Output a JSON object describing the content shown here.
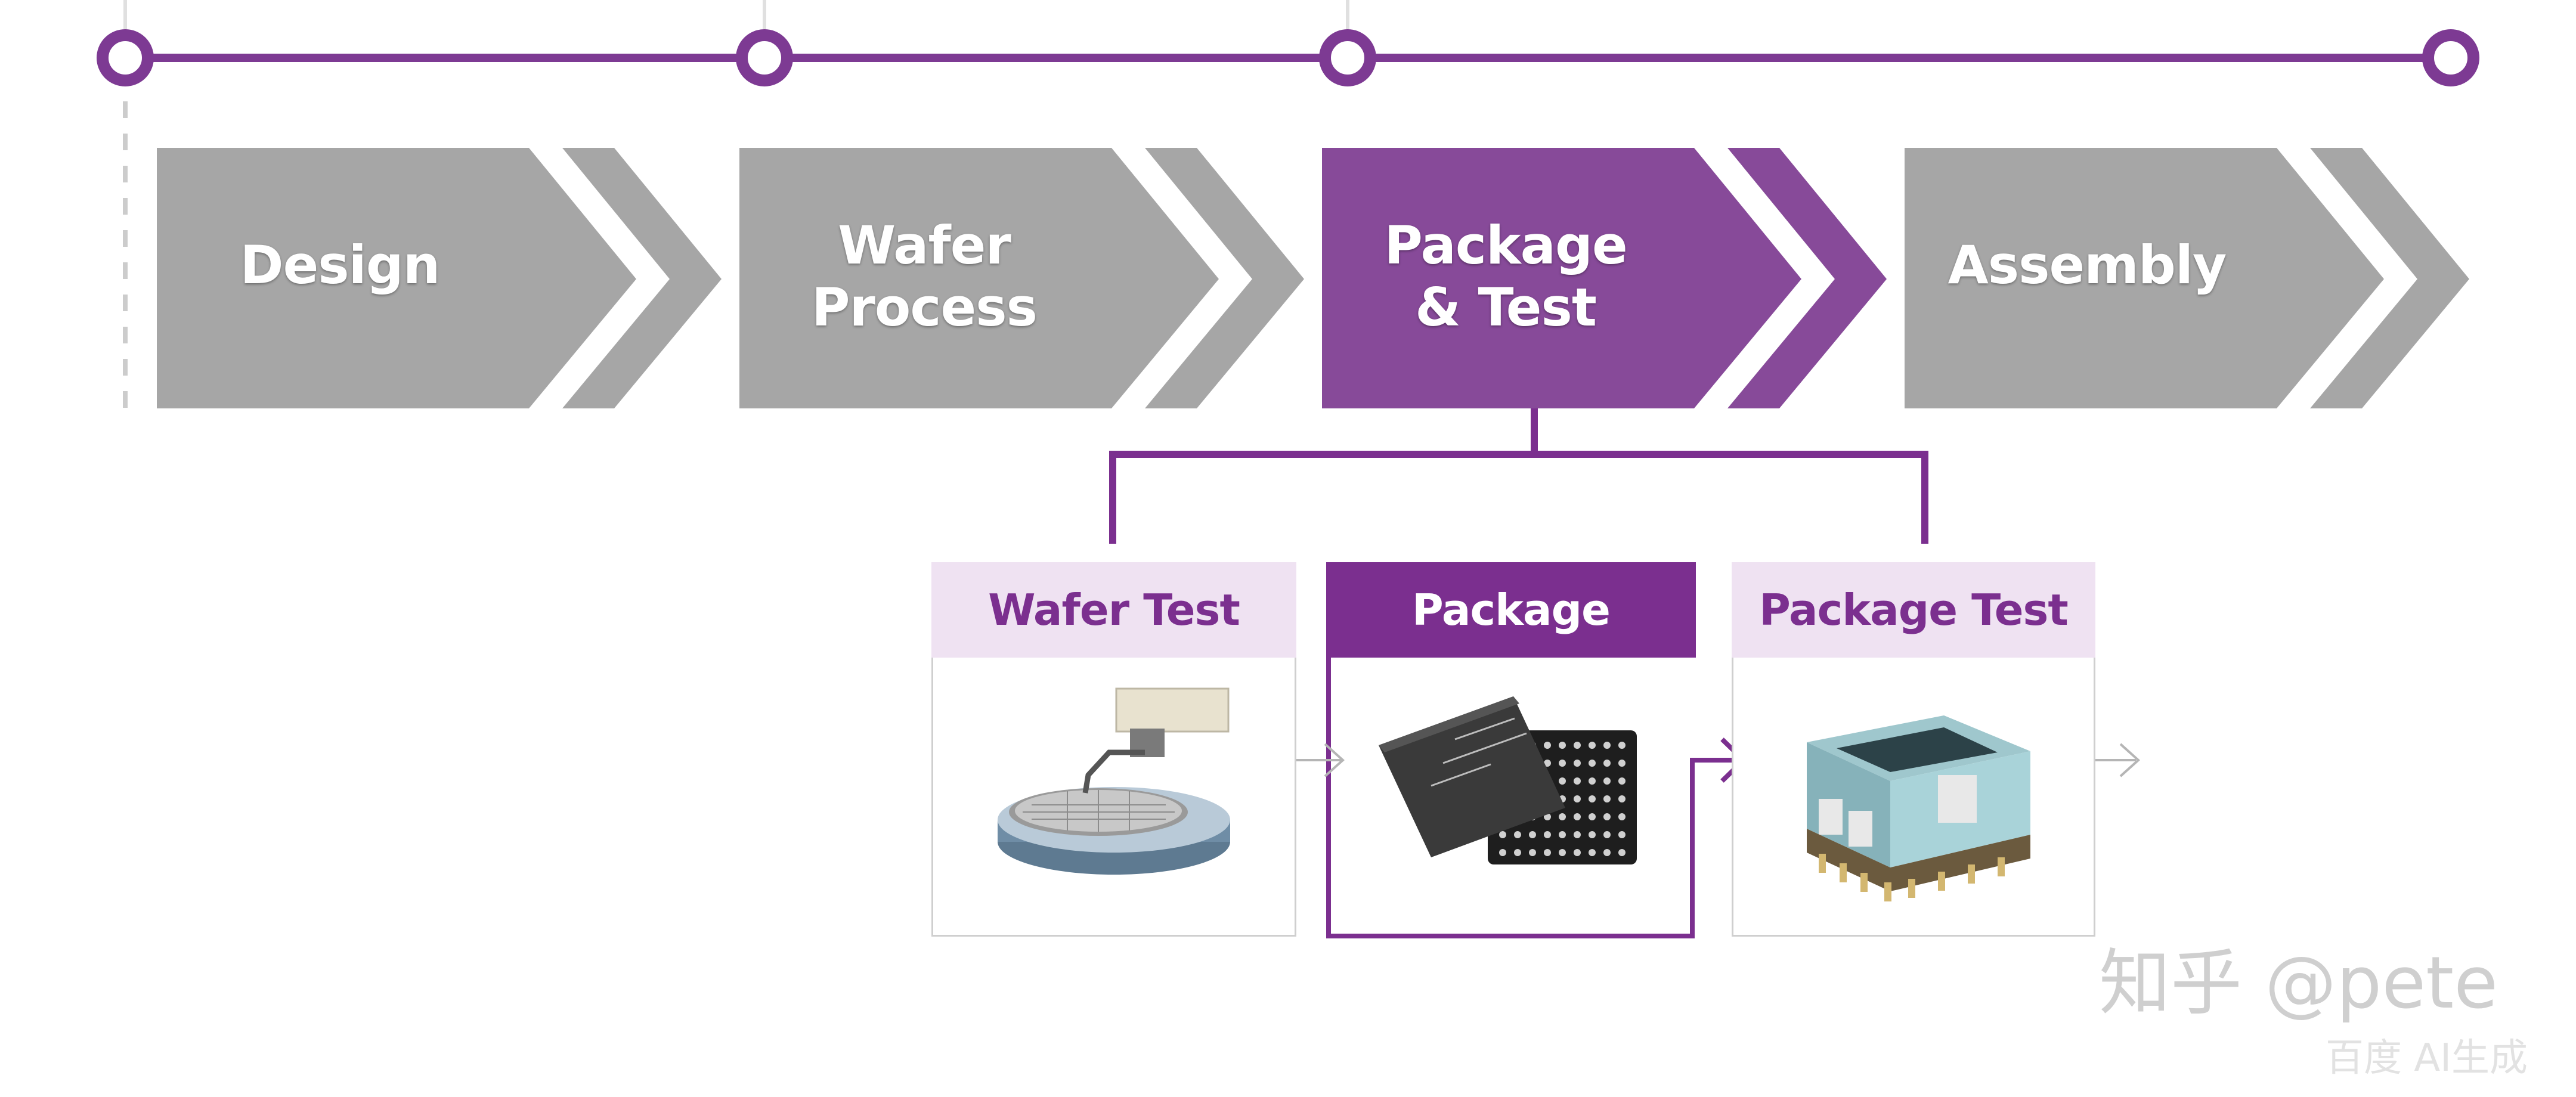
{
  "colors": {
    "purple": "#7b2f8f",
    "purple_step": "#874a99",
    "gray_step": "#a6a6a6",
    "light_purple": "#efe2f2",
    "timeline": "#7d3a93"
  },
  "steps": [
    {
      "label_line1": "Design",
      "label_line2": "",
      "active": false
    },
    {
      "label_line1": "Wafer",
      "label_line2": "Process",
      "active": false
    },
    {
      "label_line1": "Package",
      "label_line2": "& Test",
      "active": true
    },
    {
      "label_line1": "Assembly",
      "label_line2": "",
      "active": false
    }
  ],
  "substeps": [
    {
      "label": "Wafer Test",
      "illustration": "wafer-probe-icon",
      "highlighted": false
    },
    {
      "label": "Package",
      "illustration": "chip-package-icon",
      "highlighted": true
    },
    {
      "label": "Package Test",
      "illustration": "test-socket-icon",
      "highlighted": false
    }
  ],
  "watermark": {
    "main": "知乎 @pete",
    "sub": "百度 AI生成"
  }
}
